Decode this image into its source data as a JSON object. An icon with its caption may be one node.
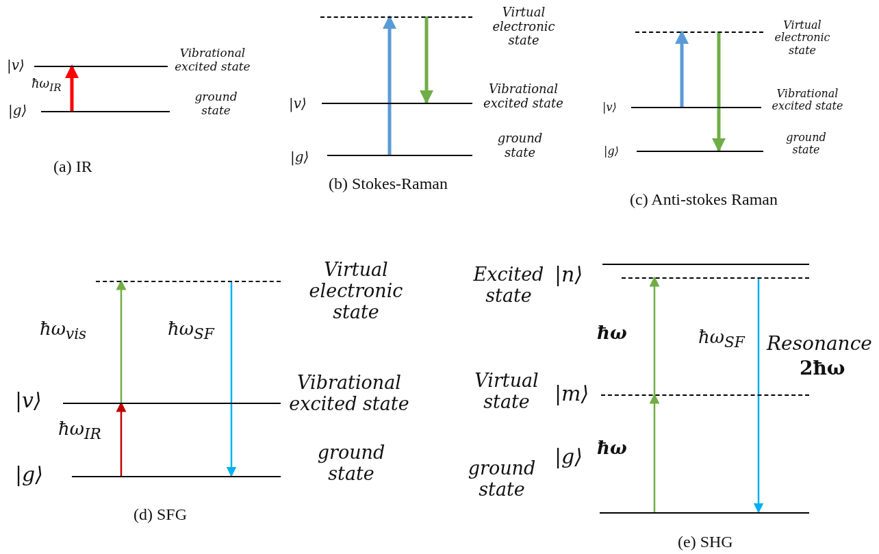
{
  "diagram": {
    "nodes": [
      {
        "text": [],
        "shape": "bar",
        "beside": [
          "|v⟩",
          "Vibrational excited state"
        ]
      },
      {
        "text": [],
        "shape": "bar",
        "beside": [
          "|g⟩",
          "ground state"
        ]
      },
      {
        "text": [],
        "shape": "bar",
        "beside": [
          "Virtual electronic state"
        ]
      },
      {
        "text": [],
        "shape": "bar",
        "beside": [
          "|v⟩",
          "Vibrational excited state"
        ]
      },
      {
        "text": [],
        "shape": "bar",
        "beside": [
          "|g⟩",
          "ground state"
        ]
      },
      {
        "text": [],
        "shape": "bar",
        "beside": [
          "Virtual electronic state"
        ]
      },
      {
        "text": [],
        "shape": "bar",
        "beside": [
          "|v⟩",
          "Vibrational excited state"
        ]
      },
      {
        "text": [],
        "shape": "bar",
        "beside": [
          "|g⟩",
          "ground state"
        ]
      },
      {
        "text": [],
        "shape": "bar",
        "beside": [
          "Virtual electronic state"
        ]
      },
      {
        "text": [],
        "shape": "bar",
        "beside": [
          "|v⟩",
          "Vibrational excited state"
        ]
      },
      {
        "text": [],
        "shape": "bar",
        "beside": [
          "|g⟩",
          "ground state"
        ]
      },
      {
        "text": [],
        "shape": "bar"
      },
      {
        "text": [],
        "shape": "bar",
        "beside": [
          "Excited state",
          "|n⟩"
        ]
      },
      {
        "text": [],
        "shape": "bar",
        "beside": [
          "Virtual state",
          "|m⟩"
        ]
      },
      {
        "text": [],
        "shape": "bar",
        "beside": [
          "ground state",
          "|g⟩"
        ]
      }
    ],
    "edges": [
      {
        "from": 1,
        "to": 0,
        "arrow": "to",
        "label": "ħω$_{IR}$",
        "style": "thick",
        "color": "#ff0000"
      },
      {
        "from": 4,
        "to": 2,
        "arrow": "to",
        "style": "thick",
        "color": "#5b9bd5"
      },
      {
        "from": 2,
        "to": 3,
        "arrow": "to",
        "style": "thick"
      },
      {
        "from": 6,
        "to": 5,
        "arrow": "to",
        "style": "thick",
        "color": "#5b9bd5"
      },
      {
        "from": 5,
        "to": 7,
        "arrow": "to",
        "style": "thick"
      },
      {
        "from": 10,
        "to": 9,
        "arrow": "to",
        "label": "ħω$_{IR}$",
        "color": "#c00000"
      },
      {
        "from": 9,
        "to": 8,
        "arrow": "to",
        "label": "ħω$_{vis}$"
      },
      {
        "from": 8,
        "to": 10,
        "arrow": "to",
        "label": "ħω$_{SF}$",
        "color": "#00b0f0"
      },
      {
        "from": 14,
        "to": 13,
        "arrow": "to",
        "label": "**ħω**"
      },
      {
        "from": 13,
        "to": 12,
        "arrow": "to",
        "label": "**ħω**"
      },
      {
        "from": 12,
        "to": 14,
        "arrow": "to",
        "label": "ħω$_{SF}$",
        "color": "#00b0f0"
      }
    ],
    "labels": [
      "(a) IR",
      "(b) Stokes-Raman",
      "(c) Anti-stokes Raman",
      "Resonance",
      "2ħω",
      "(d) SFG",
      "(e) SHG"
    ]
  }
}
